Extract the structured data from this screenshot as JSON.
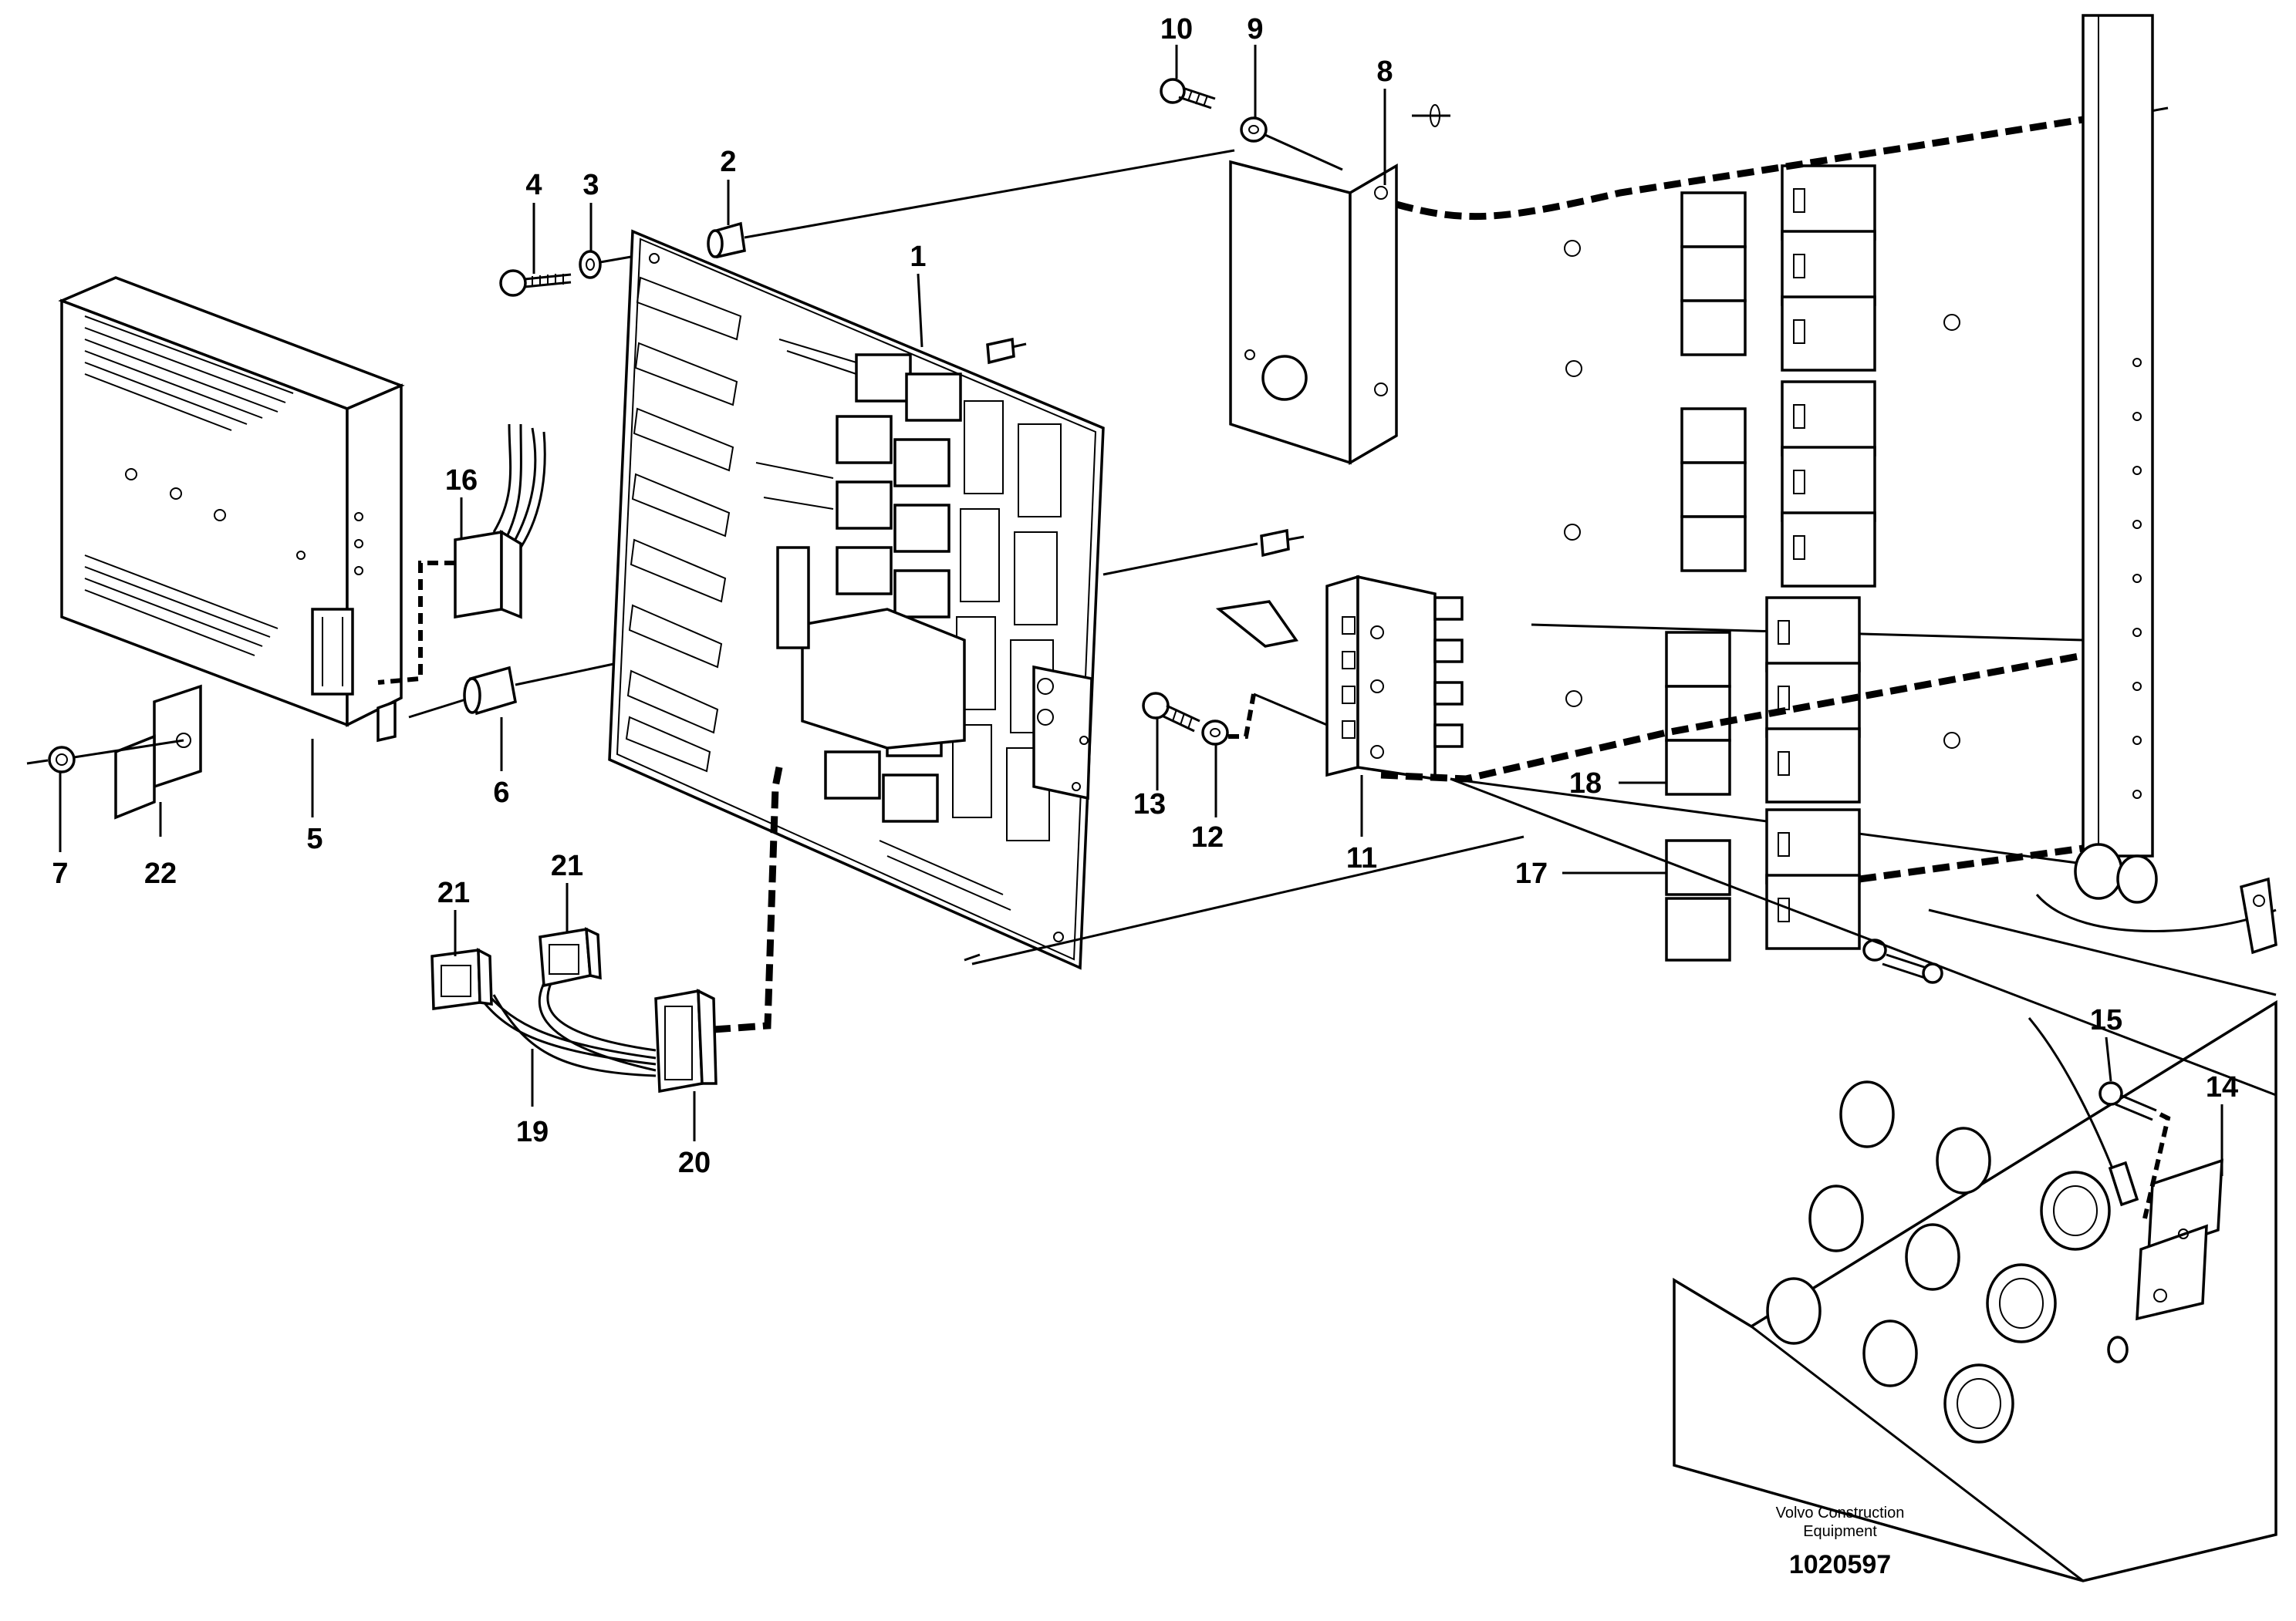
{
  "figure": {
    "credit_line1": "Volvo Construction",
    "credit_line2": "Equipment",
    "drawing_number": "1020597"
  },
  "callouts": {
    "c1": "1",
    "c2": "2",
    "c3": "3",
    "c4": "4",
    "c5": "5",
    "c6": "6",
    "c7": "7",
    "c8": "8",
    "c9": "9",
    "c10": "10",
    "c11": "11",
    "c12": "12",
    "c13": "13",
    "c14": "14",
    "c15": "15",
    "c16": "16",
    "c17": "17",
    "c18": "18",
    "c19": "19",
    "c20": "20",
    "c21a": "21",
    "c21b": "21",
    "c22": "22"
  }
}
